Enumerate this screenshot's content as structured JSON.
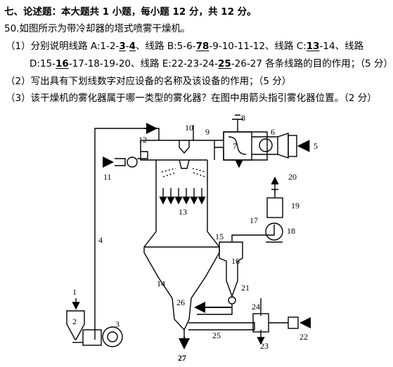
{
  "section_heading": "七、论述题：本大题共 1 小题，每小题 12 分，共 12 分。",
  "question": {
    "number": "50.",
    "stem": "如图所示为带冷却器的塔式喷雾干燥机。",
    "part1": {
      "prefix": "（1）分别说明线路 A:1-2-",
      "u1": "3",
      "t1": "-",
      "u2": "4",
      "t2": "、线路 B:5-6-",
      "u3": "78",
      "t3": "-9-10-11-12、线路 C:",
      "u4": "13",
      "t4": "-14、线路",
      "line2_prefix": "D:15-",
      "u5": "16",
      "t5": "-17-18-19-20、线路 E:22-23-24-",
      "u6": "25",
      "t6": "-26-27 各条线路的目的作用；（5 分）"
    },
    "part2": "（2）写出具有下划线数字对应设备的名称及该设备的作用；（5 分）",
    "part3": "（3）该干燥机的雾化器属于哪一类型的雾化器？在图中用箭头指引雾化器位置。（2 分）"
  },
  "diagram_labels": {
    "l1": "1",
    "l2": "2",
    "l3": "3",
    "l4": "4",
    "l5": "5",
    "l6": "6",
    "l7": "7",
    "l8": "8",
    "l9": "9",
    "l10": "10",
    "l11": "11",
    "l12": "12",
    "l13": "13",
    "l14": "14",
    "l15": "15",
    "l16": "16",
    "l17": "17",
    "l18": "18",
    "l19": "19",
    "l20": "20",
    "l21": "21",
    "l22": "22",
    "l23": "23",
    "l24": "24",
    "l25": "25",
    "l26": "26",
    "l27": "27"
  }
}
